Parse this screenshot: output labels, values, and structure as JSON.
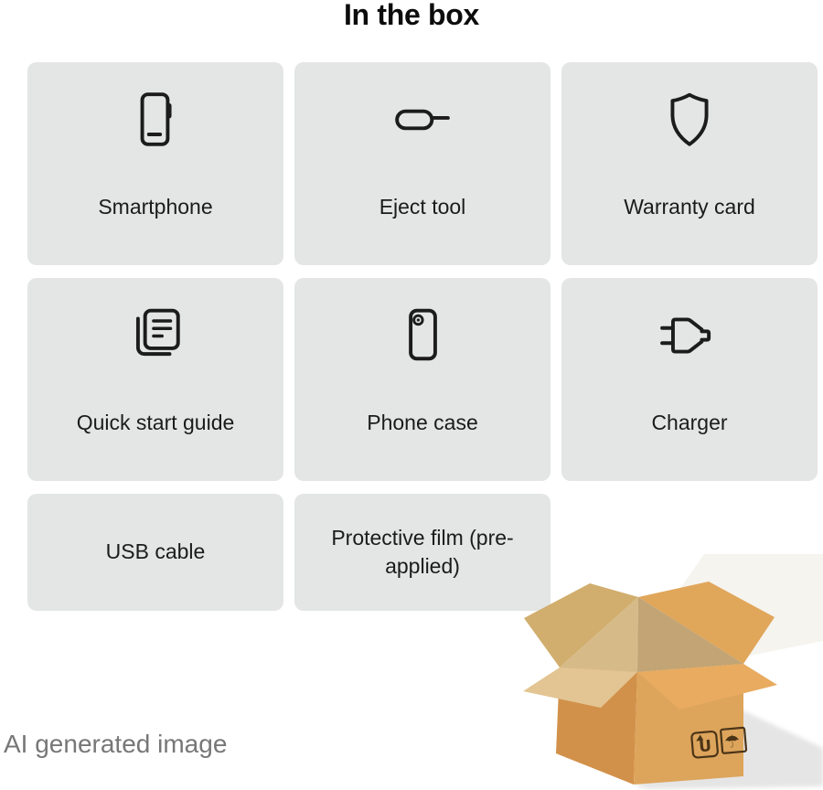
{
  "title": "In the box",
  "cards": [
    {
      "label": "Smartphone",
      "icon": "smartphone-icon"
    },
    {
      "label": "Eject tool",
      "icon": "eject-tool-icon"
    },
    {
      "label": "Warranty card",
      "icon": "warranty-shield-icon"
    },
    {
      "label": "Quick start guide",
      "icon": "quick-start-guide-icon"
    },
    {
      "label": "Phone case",
      "icon": "phone-case-icon"
    },
    {
      "label": "Charger",
      "icon": "charger-plug-icon"
    },
    {
      "label": "USB cable",
      "icon": null
    },
    {
      "label": "Protective film (pre-applied)",
      "icon": null
    }
  ],
  "box_illustration": {
    "name": "open-cardboard-box",
    "symbols": [
      "this-way-up",
      "keep-dry"
    ],
    "glyphs": {
      "this_way_up": "U",
      "keep_dry": "☂"
    }
  },
  "footer": {
    "watermark": "AI generated image"
  },
  "colors": {
    "page_bg": "#ffffff",
    "card_bg": "#e3e6e4",
    "title_text": "#0c0c0c",
    "label_text": "#1b1b1b",
    "icon_stroke": "#1c1c1c",
    "watermark_text": "#777777",
    "box_left_face": "#d2914a",
    "box_right_face": "#dda45c",
    "box_flap_tan": "#d1ae6e",
    "box_interior": "#c2a475",
    "box_symbol": "#4a3417",
    "shadow": "#e5e5e5"
  }
}
